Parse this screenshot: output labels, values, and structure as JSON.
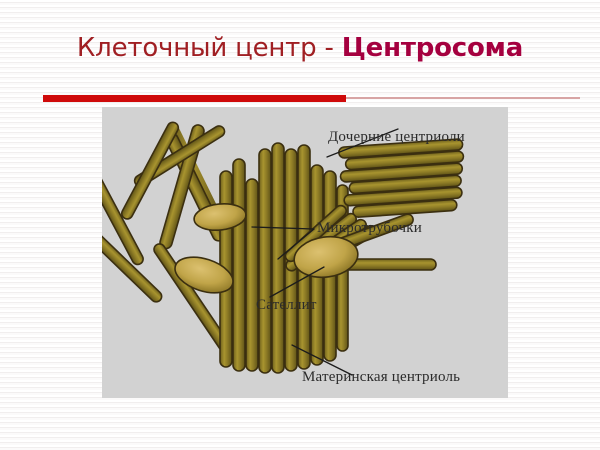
{
  "slide": {
    "title": {
      "plain_part": "Клеточный центр - ",
      "bold_part": "Центросома",
      "plain_color": "#a01f23",
      "bold_color": "#a5003f"
    },
    "divider": {
      "thick_color": "#cf0a0a",
      "thin_color": "#d8a5a5"
    },
    "background_color": "#fefefe"
  },
  "figure": {
    "panel_background": "#d2d2d2",
    "tube_fill": "#8a7a28",
    "tube_highlight": "#b8a44a",
    "tube_outline": "#3b2f10",
    "satellite_fill": "#c8a852",
    "leader_color": "#1a1a1a",
    "labels": {
      "daughter_centrioles": "Дочерние центриоли",
      "microtubules": "Микротрубочки",
      "satellite": "Сателлит",
      "mother_centriole": "Материнская центриоль"
    }
  }
}
